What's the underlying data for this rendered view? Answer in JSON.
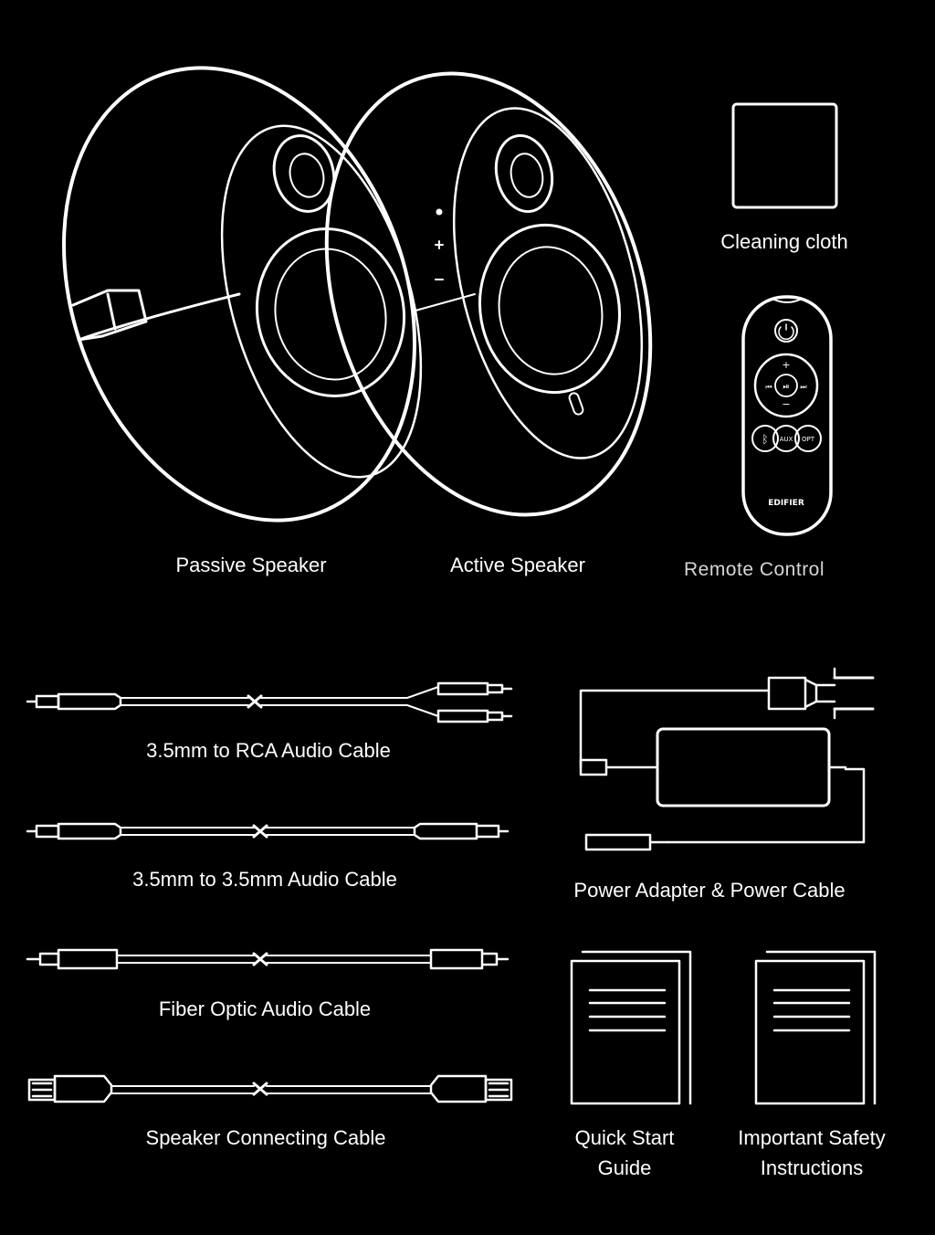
{
  "items": {
    "cleaning_cloth": "Cleaning cloth",
    "passive_speaker": "Passive Speaker",
    "active_speaker": "Active Speaker",
    "remote_control": "Remote Control",
    "rca_cable": "3.5mm to  RCA Audio Cable",
    "aux_cable": "3.5mm  to  3.5mm Audio Cable",
    "power_adapter": "Power Adapter & Power Cable",
    "optical_cable": "Fiber Optic Audio Cable",
    "quick_start_line1": "Quick Start",
    "quick_start_line2": "Guide",
    "speaker_cable": "Speaker Connecting Cable",
    "safety_line1": "Important Safety",
    "safety_line2": "Instructions"
  },
  "remote": {
    "brand": "EDIFIER",
    "aux": "AUX",
    "opt": "OPT",
    "plus": "+",
    "minus": "−"
  }
}
